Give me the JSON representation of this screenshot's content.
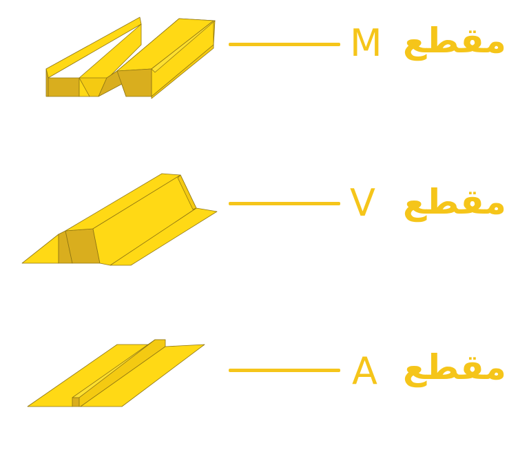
{
  "colors": {
    "label": "#F5C51A",
    "line": "#F5C51A",
    "face_light": "#FFD915",
    "face_mid": "#F4CA12",
    "face_dark": "#D9AE1E",
    "edge": "#8C7313"
  },
  "sections": [
    {
      "letter": "M",
      "word": "مقطع",
      "shape": "m-profile-icon"
    },
    {
      "letter": "V",
      "word": "مقطع",
      "shape": "v-profile-icon"
    },
    {
      "letter": "A",
      "word": "مقطع",
      "shape": "a-profile-icon"
    }
  ]
}
